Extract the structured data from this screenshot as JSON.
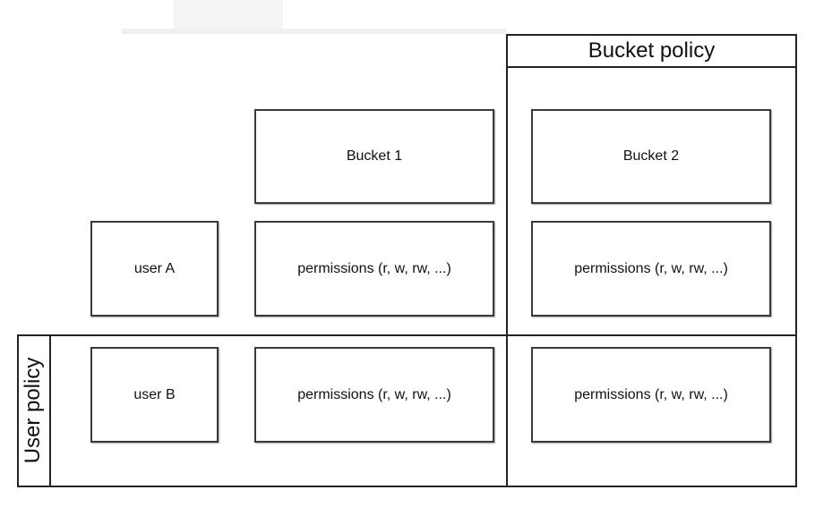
{
  "bucket_policy": {
    "label": "Bucket policy"
  },
  "user_policy": {
    "label": "User policy"
  },
  "buckets": [
    {
      "label": "Bucket 1"
    },
    {
      "label": "Bucket 2"
    }
  ],
  "users": [
    {
      "label": "user A"
    },
    {
      "label": "user B"
    }
  ],
  "permissions": {
    "userA_bucket1": "permissions (r, w, rw, ...)",
    "userA_bucket2": "permissions (r, w, rw, ...)",
    "userB_bucket1": "permissions (r, w, rw, ...)",
    "userB_bucket2": "permissions (r, w, rw, ...)"
  }
}
